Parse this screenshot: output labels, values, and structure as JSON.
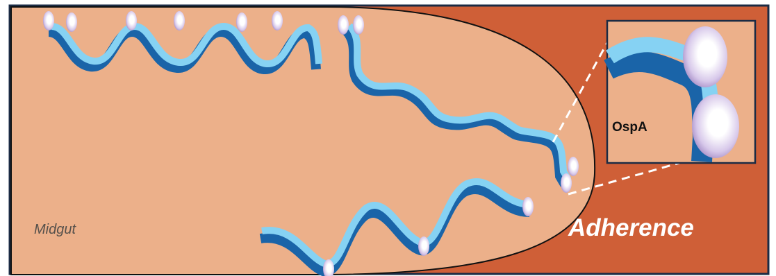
{
  "labels": {
    "midgut": "Midgut",
    "adherence": "Adherence",
    "protein": "OspA"
  },
  "colors": {
    "tissue": "#cf5f37",
    "lumen": "#ecb08a",
    "spirochete_dark": "#1a64a8",
    "spirochete_light": "#86d2f3",
    "protein_bead": "#ddd0ee",
    "frame": "#1b2b44",
    "callout_line": "#ffffff"
  },
  "icons": {
    "spirochete": "spirochete-icon",
    "protein": "ospa-bead-icon"
  }
}
